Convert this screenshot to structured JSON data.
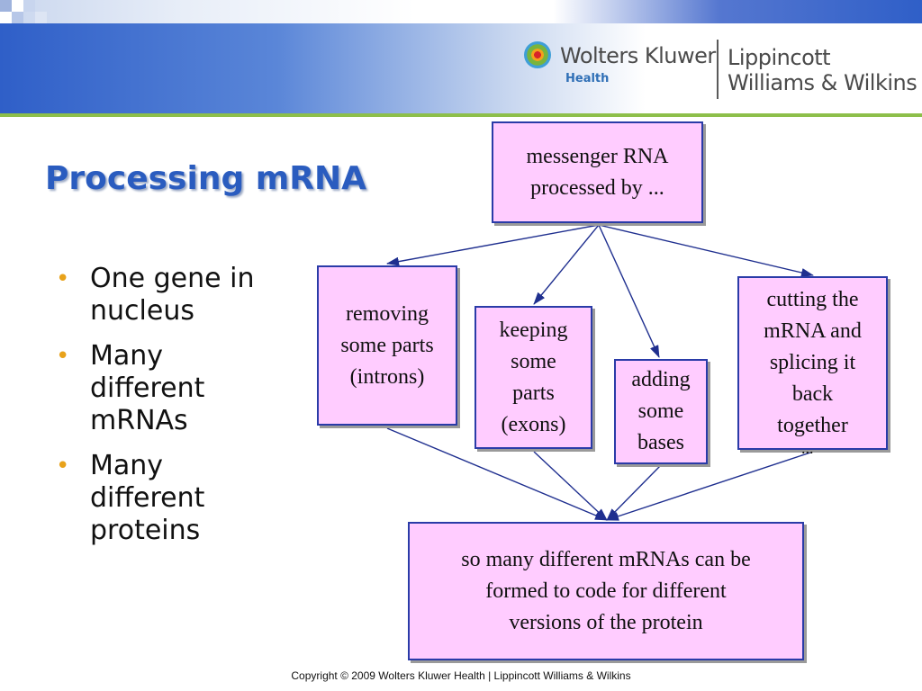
{
  "header": {
    "logo": {
      "company": "Wolters Kluwer",
      "division": "Health",
      "imprint_line1": "Lippincott",
      "imprint_line2": "Williams & Wilkins"
    },
    "accent_color": "#2f5fc8",
    "rule_color": "#8dbf4a"
  },
  "slide": {
    "title": "Processing mRNA",
    "bullets": [
      "One gene in nucleus",
      "Many different mRNAs",
      "Many different proteins"
    ]
  },
  "diagram": {
    "box_fill": "#ffccff",
    "box_border": "#2a3ba8",
    "nodes": {
      "root": "messenger RNA\nprocessed by ...",
      "removing": "removing\nsome parts\n(introns)",
      "keeping": "keeping\nsome\nparts\n(exons)",
      "adding": "adding\nsome\nbases",
      "cutting": "cutting the\nmRNA and\nsplicing it\nback\ntogether",
      "result": "so many different mRNAs can be\nformed to code for different\nversions of the protein"
    },
    "trailing_text": "..."
  },
  "footer": {
    "copyright": "Copyright © 2009 Wolters Kluwer Health | Lippincott Williams & Wilkins"
  }
}
